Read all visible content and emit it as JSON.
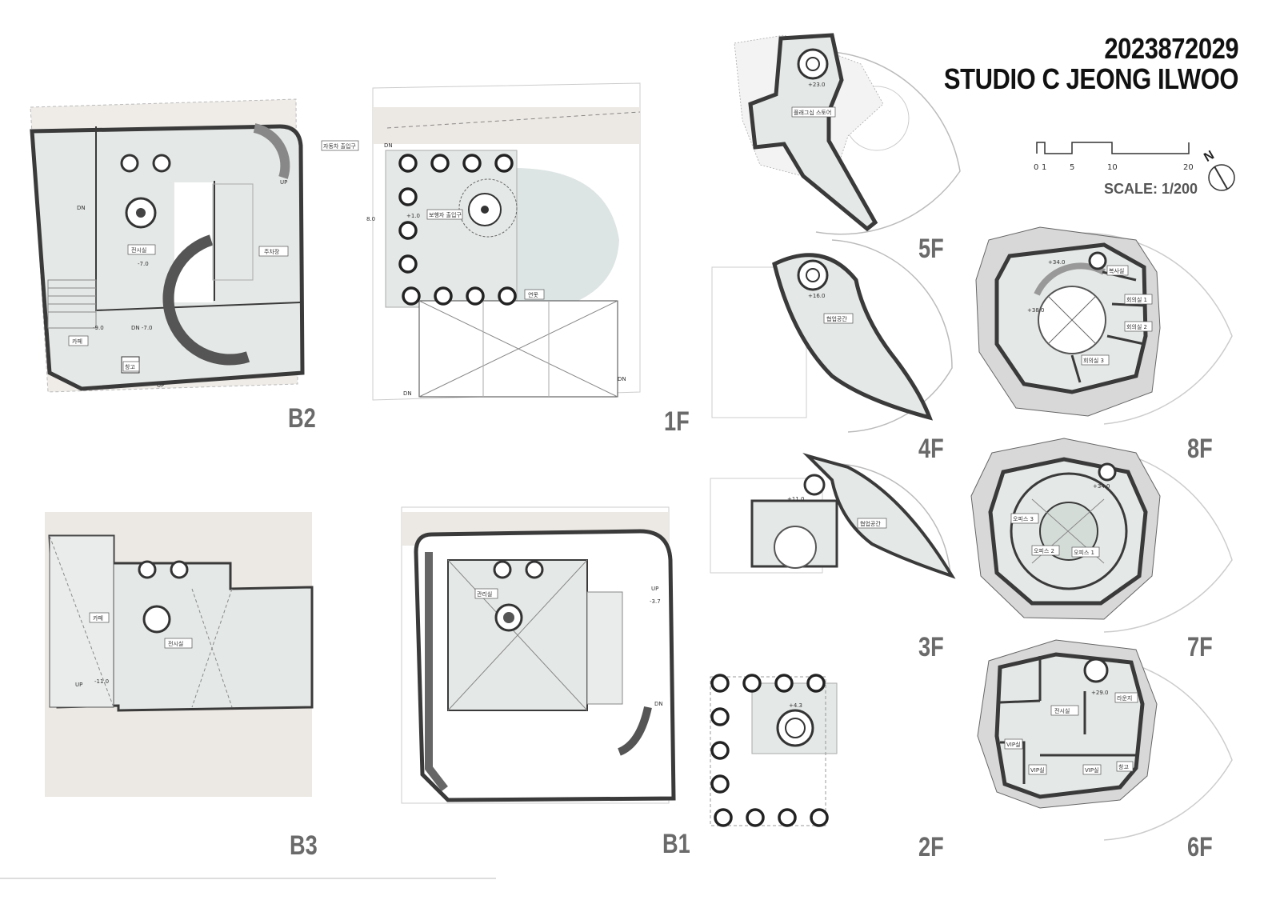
{
  "header": {
    "student_id": "2023872029",
    "studio_name": "STUDIO C JEONG ILWOO"
  },
  "scale": {
    "ticks": [
      "0",
      "1",
      "5",
      "10",
      "20"
    ],
    "label": "SCALE: 1/200",
    "north": "N"
  },
  "floors": {
    "b2": {
      "label": "B2",
      "rooms": [
        "전시실",
        "주차장",
        "카페",
        "창고"
      ],
      "levels": [
        "-7.0",
        "-9.0",
        "DN -7.0"
      ],
      "marks": [
        "UP",
        "DN",
        "UP"
      ]
    },
    "f1": {
      "label": "1F",
      "rooms": [
        "자동차 출입구",
        "보행자 출입구",
        "연못"
      ],
      "levels": [
        "+1.0",
        "8.0"
      ],
      "marks": [
        "DN",
        "DN",
        "DN"
      ]
    },
    "b3": {
      "label": "B3",
      "rooms": [
        "카페",
        "전시실"
      ],
      "levels": [
        "-11.0"
      ],
      "marks": [
        "UP"
      ]
    },
    "b1": {
      "label": "B1",
      "rooms": [
        "관리실"
      ],
      "levels": [
        "-3.7"
      ],
      "marks": [
        "UP",
        "DN"
      ]
    },
    "f5": {
      "label": "5F",
      "rooms": [
        "플래그십 스토어"
      ],
      "levels": [
        "+23.0"
      ]
    },
    "f4": {
      "label": "4F",
      "rooms": [
        "협업공간"
      ],
      "levels": [
        "+16.0"
      ]
    },
    "f3": {
      "label": "3F",
      "rooms": [
        "협업공간"
      ],
      "levels": [
        "+11.0"
      ]
    },
    "f2": {
      "label": "2F",
      "levels": [
        "+4.3"
      ]
    },
    "f8": {
      "label": "8F",
      "rooms": [
        "복사실",
        "회의실 1",
        "회의실 2",
        "회의실 3"
      ],
      "levels": [
        "+34.0",
        "+38.0"
      ]
    },
    "f7": {
      "label": "7F",
      "rooms": [
        "오피스 3",
        "오피스 2",
        "오피스 1"
      ],
      "levels": [
        "+34.0"
      ]
    },
    "f6": {
      "label": "6F",
      "rooms": [
        "전시실",
        "라운지",
        "VIP실",
        "VIP실",
        "VIP실",
        "창고"
      ],
      "levels": [
        "+29.0"
      ]
    }
  },
  "colors": {
    "floor_fill": "#e4e8e6",
    "site_fill": "#e9e5e0",
    "wall": "#3a3a3a",
    "label_gray": "#6a6a6a"
  }
}
